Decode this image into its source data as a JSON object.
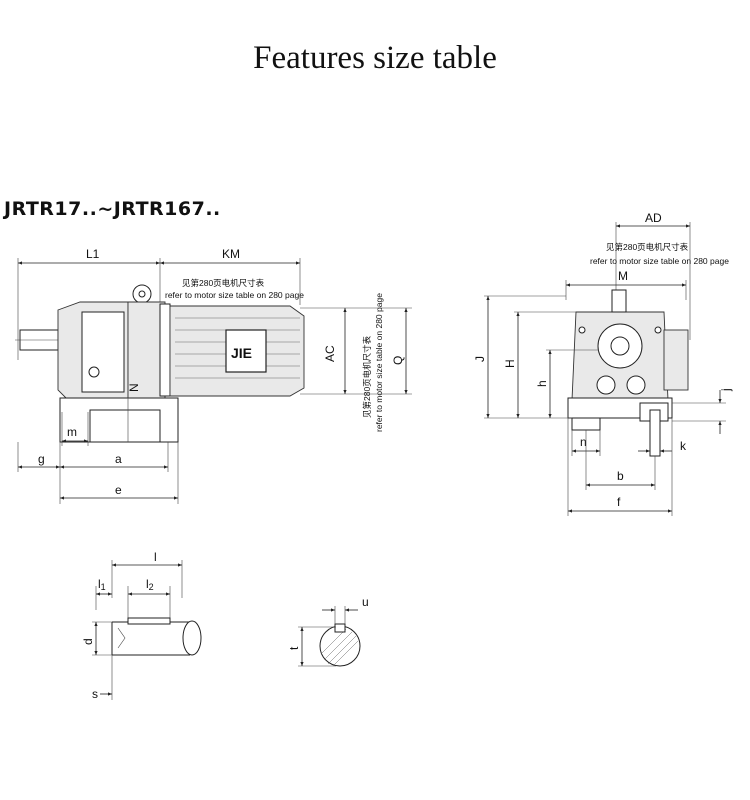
{
  "page": {
    "title": "Features size table",
    "model_range": "JRTR17..~JRTR167.."
  },
  "side_view": {
    "logo": "JIE",
    "note_cn": "见第280页电机尺寸表",
    "note_en": "refer to motor size table on 280 page",
    "labels": {
      "L1": "L1",
      "KM": "KM",
      "AC": "AC",
      "Q": "Q",
      "N": "N",
      "m": "m",
      "g": "g",
      "a": "a",
      "e": "e"
    }
  },
  "front_view": {
    "note_cn": "见第280页电机尺寸表",
    "note_en": "refer to motor size table on 280 page",
    "labels": {
      "AD": "AD",
      "M": "M",
      "J": "J",
      "H": "H",
      "h": "h",
      "j": "j",
      "n": "n",
      "k": "k",
      "b": "b",
      "f": "f"
    }
  },
  "shaft_detail": {
    "labels": {
      "l": "l",
      "l1_main": "l",
      "l1_sub": "1",
      "l2_main": "l",
      "l2_sub": "2",
      "d": "d",
      "s": "s"
    }
  },
  "keyway_detail": {
    "labels": {
      "u": "u",
      "t": "t"
    }
  },
  "colors": {
    "line": "#222222",
    "fill": "#e9e9e9",
    "background": "#ffffff"
  }
}
